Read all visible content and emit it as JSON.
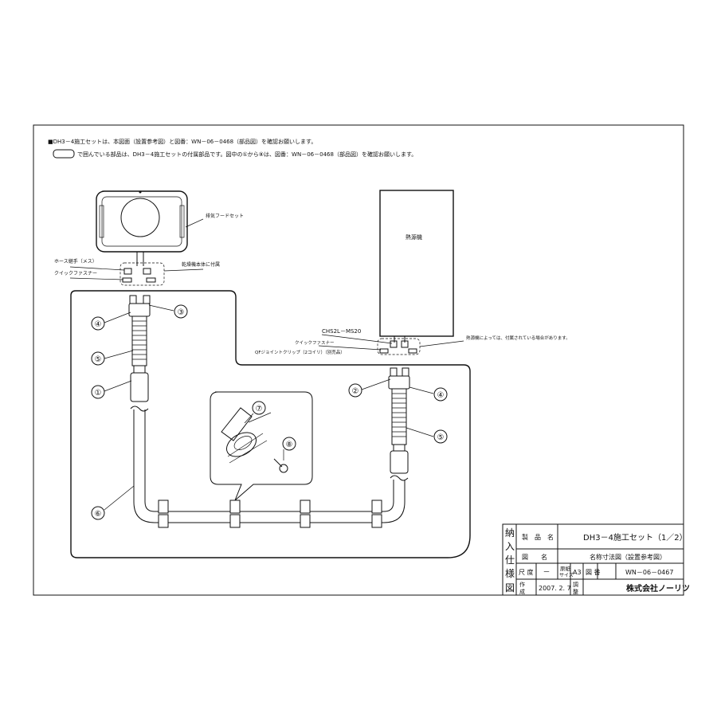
{
  "notes": {
    "line1": "■DH3－4施工セットは、本図面（設置参考図）と図番：WN－06－0468（部品図）を確認お願いします。",
    "line2": "で囲んでいる部品は、DH3－4施工セットの付属部品です。図中の①から⑧は、図番：WN－06－0468（部品図）を確認お願いします。"
  },
  "labels": {
    "hood": "排気フードセット",
    "hose_joint": "ホース継手（メス）",
    "quick_fastener_left": "クイックファスナー",
    "dryer_attached": "乾燥機本体に付属",
    "heat_source": "熱源機",
    "chs": "CHS2L－MS20",
    "quick_fastener_right": "クイックファスナー",
    "qf_clip": "QFジョイントクリップ（2コイリ）（別売品）",
    "heat_source_note": "熱源機によっては、付属されている場合があります。"
  },
  "parts": [
    "①",
    "②",
    "③",
    "④",
    "⑤",
    "⑥",
    "⑦",
    "⑧"
  ],
  "title_block": {
    "side_label": [
      "納",
      "入",
      "仕",
      "様",
      "図"
    ],
    "product_name_label": "製　品　名",
    "product_name": "DH3－4施工セット（1／2）",
    "drawing_name_label": "図　　名",
    "drawing_name": "名称寸法図（設置参考図）",
    "scale_label": "尺 度",
    "scale_value": "－",
    "paper_label_1": "原紙",
    "paper_label_2": "サイズ",
    "paper_size": "A3",
    "drawing_no_label": "図 番",
    "drawing_no": "WN－06－0467",
    "created_label_1": "作",
    "created_label_2": "成",
    "created_date": "2007. 2. 7",
    "adjusted_label_1": "調",
    "adjusted_label_2": "整",
    "company": "株式会社ノーリツ"
  }
}
